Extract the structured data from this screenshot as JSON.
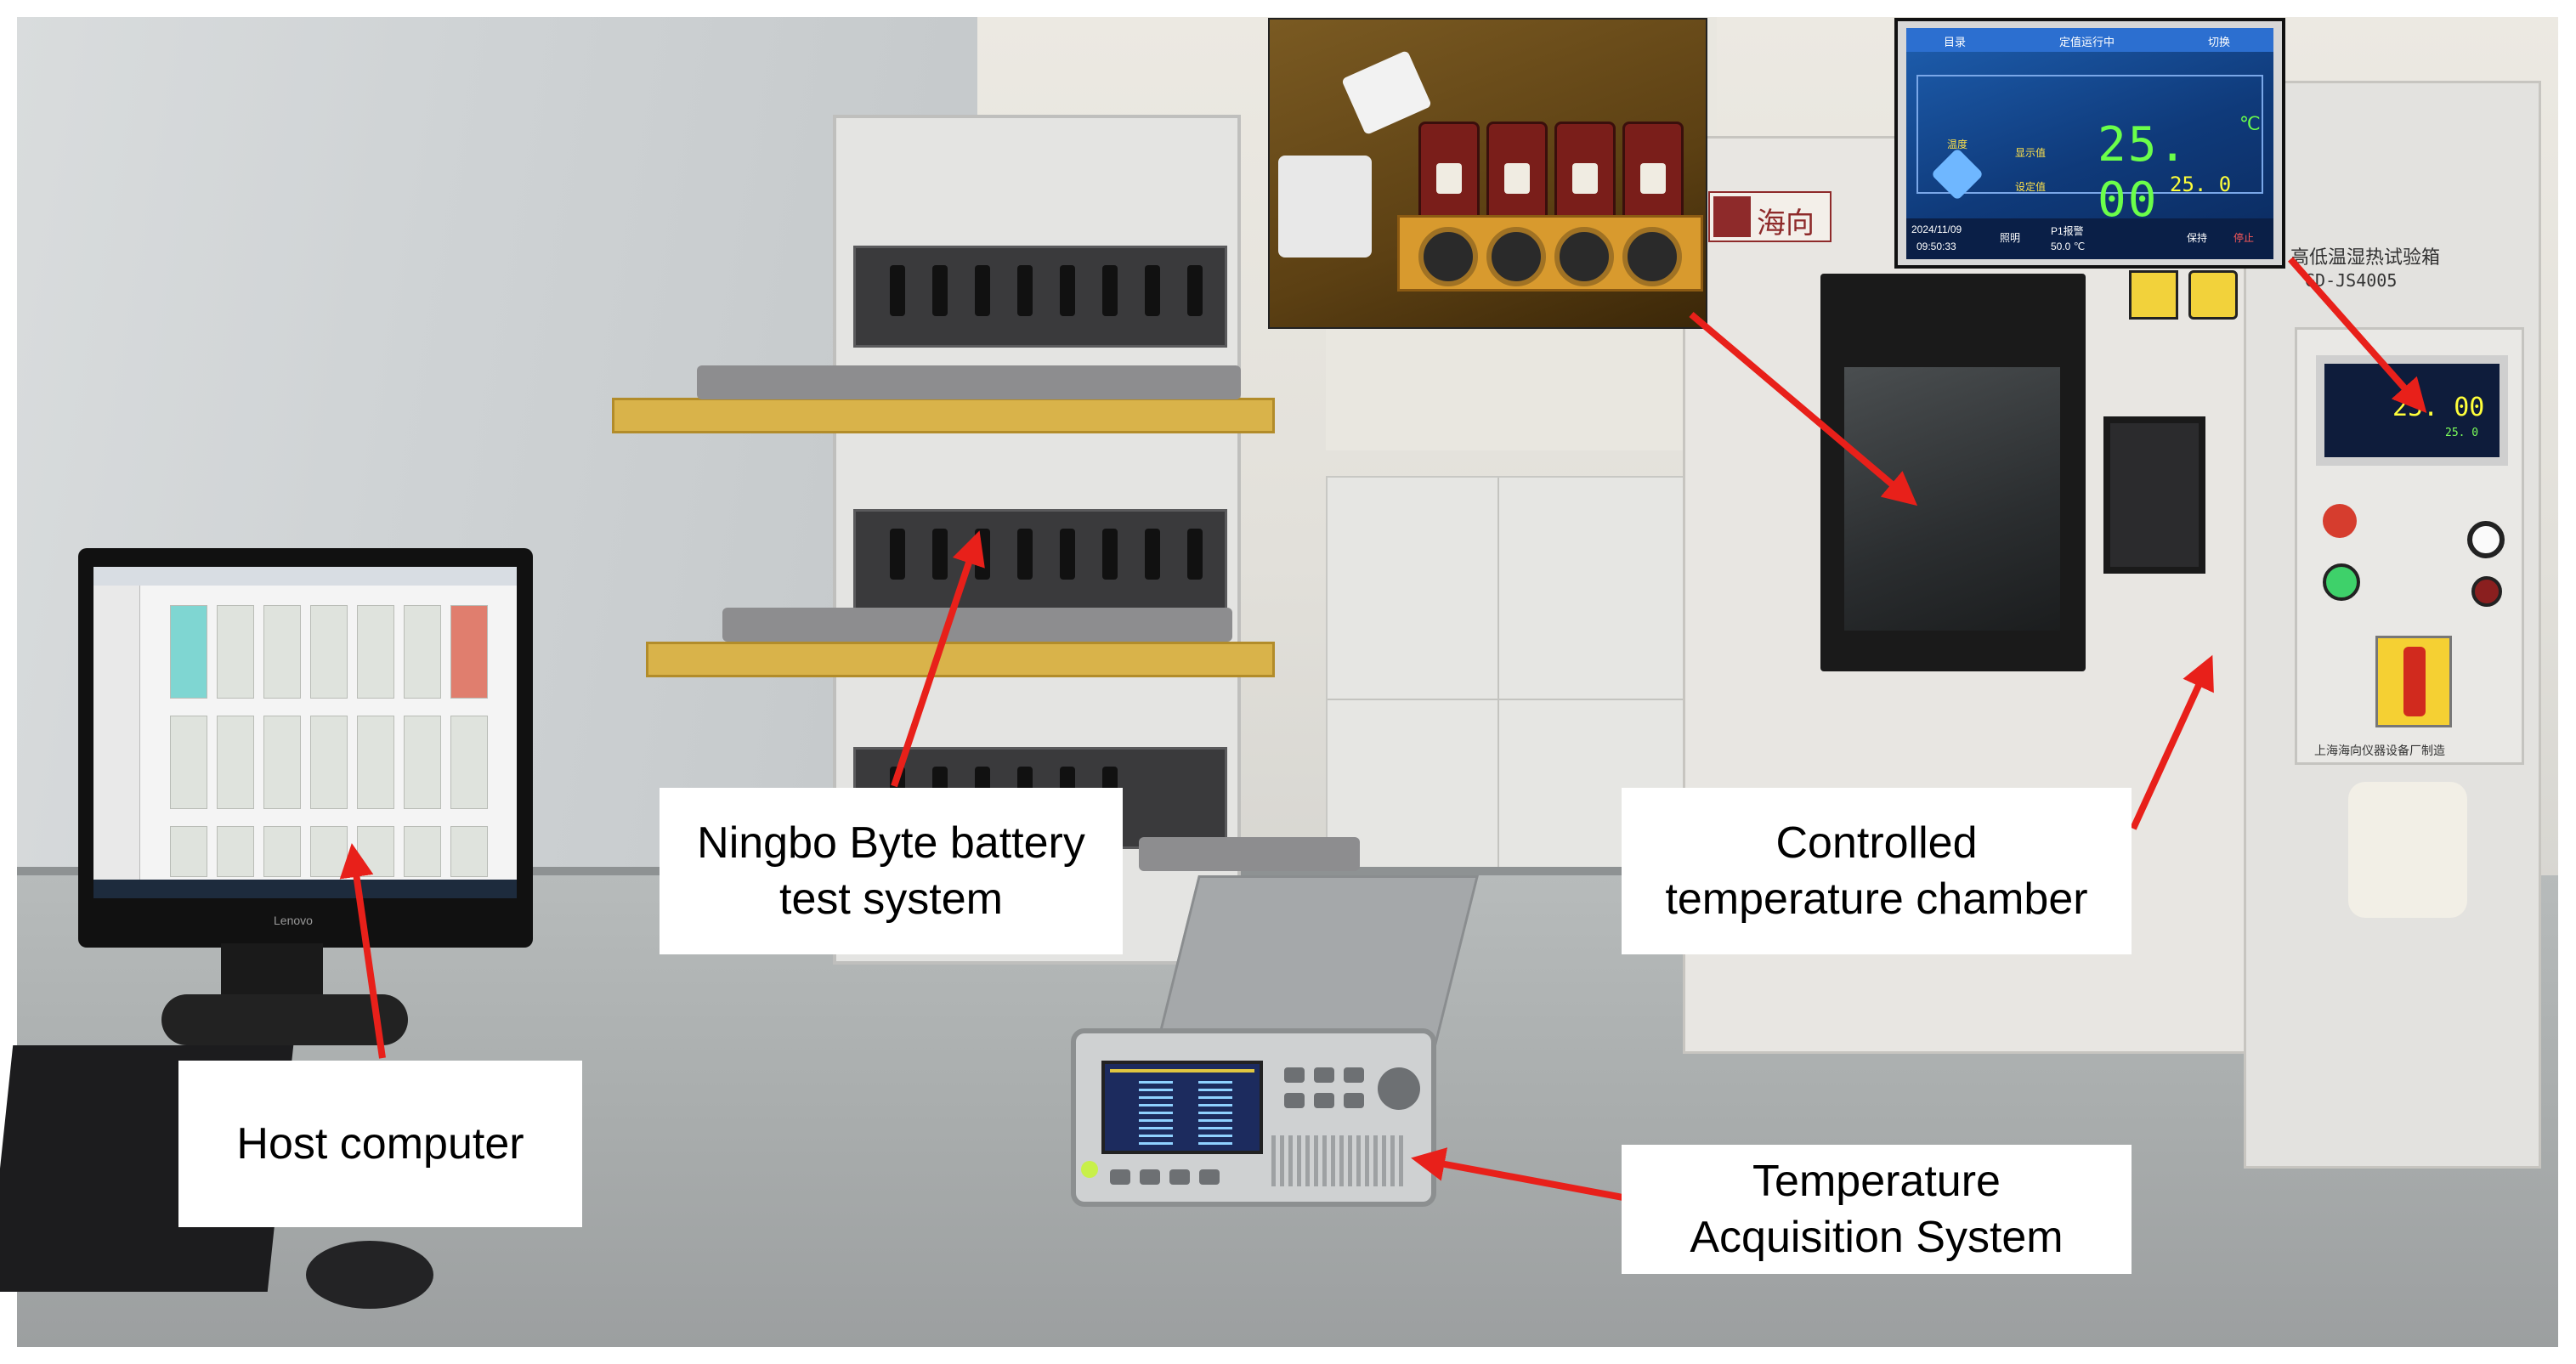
{
  "labels": {
    "host_computer": "Host computer",
    "battery_system_line1": "Ningbo Byte battery",
    "battery_system_line2": "test system",
    "chamber_line1": "Controlled",
    "chamber_line2": "temperature chamber",
    "acquisition_line1": "Temperature",
    "acquisition_line2": "Acquisition System"
  },
  "chamber_display": {
    "tab_left": "目录",
    "tab_center": "定值运行中",
    "tab_right": "切换",
    "row_label": "温度",
    "current_label": "显示值",
    "set_label": "设定值",
    "current_value": "25. 00",
    "set_value": "25. 0",
    "unit": "℃",
    "date": "2024/11/09",
    "time": "09:50:33",
    "light_label": "照明",
    "alarm_label": "P1报警",
    "alarm_value": "50.0 ℃",
    "hold_label": "保持",
    "stop_label": "停止"
  },
  "chamber": {
    "brand": "海向",
    "model_title": "高低温湿热试验箱",
    "model_code": "GD-JS4005",
    "panel_temp": "25. 00",
    "panel_set": "25. 0",
    "footer": "上海海向仪器设备厂制造"
  },
  "monitor": {
    "brand": "Lenovo"
  },
  "colors": {
    "arrow": "#e8201a",
    "callout_bg": "#ffffff"
  }
}
